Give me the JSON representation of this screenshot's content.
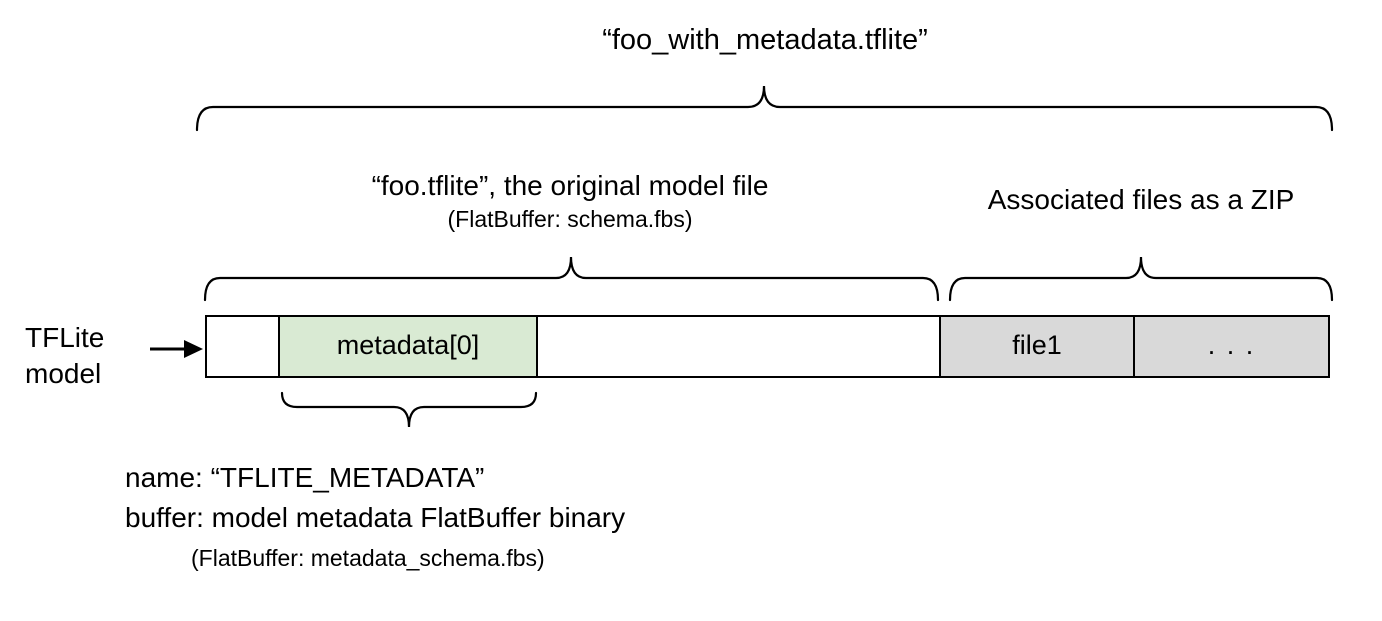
{
  "diagram": {
    "file_title": "“foo_with_metadata.tflite”",
    "model_section": {
      "label": "“foo.tflite”, the original model file",
      "sublabel": "(FlatBuffer: schema.fbs)"
    },
    "zip_section": {
      "label": "Associated files as a ZIP"
    },
    "left_label": "TFLite model",
    "bar_segments": [
      {
        "label": "",
        "type": "empty"
      },
      {
        "label": "metadata[0]",
        "type": "metadata"
      },
      {
        "label": "",
        "type": "empty"
      },
      {
        "label": "file1",
        "type": "file"
      },
      {
        "label": ". . .",
        "type": "file"
      }
    ],
    "metadata_annotation": {
      "line1": "name: “TFLITE_METADATA”",
      "line2": "buffer: model metadata FlatBuffer binary",
      "line3": "(FlatBuffer: metadata_schema.fbs)"
    },
    "colors": {
      "metadata_fill": "#d9ead3",
      "file_fill": "#d9d9d9",
      "empty_fill": "#ffffff",
      "border": "#000000"
    }
  }
}
